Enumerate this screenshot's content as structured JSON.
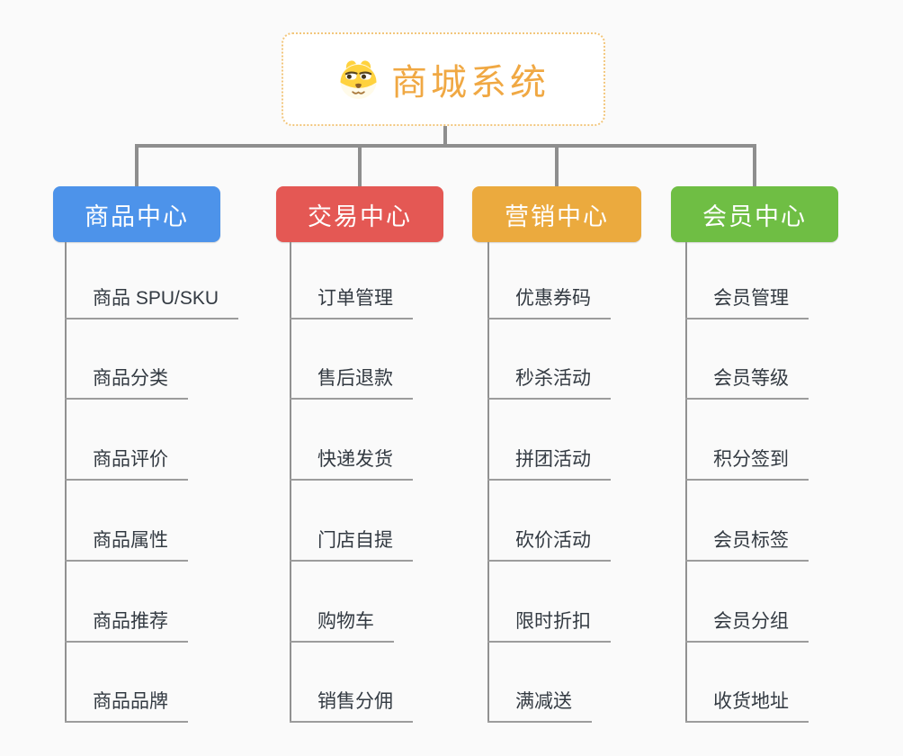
{
  "root": {
    "title": "商城系统",
    "icon": "dog-face-icon",
    "title_color": "#f0a843",
    "border_color": "#f2c67c"
  },
  "branches": [
    {
      "label": "商品中心",
      "color": "#4d93ea",
      "items": [
        "商品 SPU/SKU",
        "商品分类",
        "商品评价",
        "商品属性",
        "商品推荐",
        "商品品牌"
      ]
    },
    {
      "label": "交易中心",
      "color": "#e45854",
      "items": [
        "订单管理",
        "售后退款",
        "快递发货",
        "门店自提",
        "购物车",
        "销售分佣"
      ]
    },
    {
      "label": "营销中心",
      "color": "#ebaa3e",
      "items": [
        "优惠券码",
        "秒杀活动",
        "拼团活动",
        "砍价活动",
        "限时折扣",
        "满减送"
      ]
    },
    {
      "label": "会员中心",
      "color": "#6fbe44",
      "items": [
        "会员管理",
        "会员等级",
        "积分签到",
        "会员标签",
        "会员分组",
        "收货地址"
      ]
    }
  ],
  "connector_color": "#8e8e8e",
  "underline_color": "#9c9c9c",
  "background_color": "#fafafa"
}
